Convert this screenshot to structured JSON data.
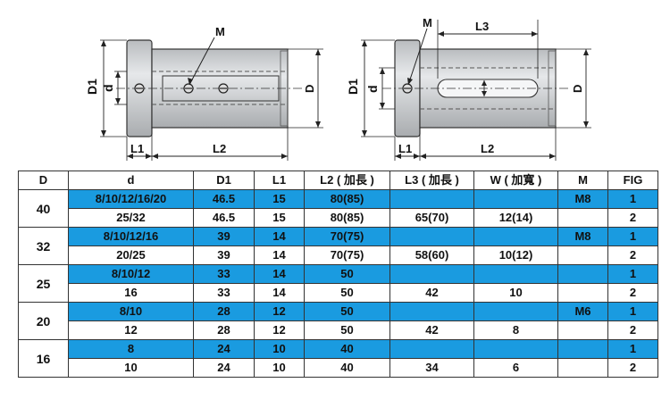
{
  "figures": {
    "fig1": {
      "labels": {
        "M": "M",
        "D1": "D1",
        "d": "d",
        "D": "D",
        "L1": "L1",
        "L2": "L2"
      }
    },
    "fig2": {
      "labels": {
        "M": "M",
        "L3": "L3",
        "D1": "D1",
        "d": "d",
        "D": "D",
        "L1": "L1",
        "L2": "L2"
      }
    }
  },
  "colors": {
    "highlight": "#1a9be0"
  },
  "table": {
    "headers": [
      "D",
      "d",
      "D1",
      "L1",
      "L2 ( 加長 )",
      "L3 ( 加長 )",
      "W ( 加寬 )",
      "M",
      "FIG"
    ],
    "groups": [
      {
        "D": "40",
        "rows": [
          {
            "d": "8/10/12/16/20",
            "D1": "46.5",
            "L1": "15",
            "L2": "80(85)",
            "L3": "",
            "W": "",
            "M": "M8",
            "FIG": "1"
          },
          {
            "d": "25/32",
            "D1": "46.5",
            "L1": "15",
            "L2": "80(85)",
            "L3": "65(70)",
            "W": "12(14)",
            "M": "",
            "FIG": "2"
          }
        ]
      },
      {
        "D": "32",
        "rows": [
          {
            "d": "8/10/12/16",
            "D1": "39",
            "L1": "14",
            "L2": "70(75)",
            "L3": "",
            "W": "",
            "M": "M8",
            "FIG": "1"
          },
          {
            "d": "20/25",
            "D1": "39",
            "L1": "14",
            "L2": "70(75)",
            "L3": "58(60)",
            "W": "10(12)",
            "M": "",
            "FIG": "2"
          }
        ]
      },
      {
        "D": "25",
        "rows": [
          {
            "d": "8/10/12",
            "D1": "33",
            "L1": "14",
            "L2": "50",
            "L3": "",
            "W": "",
            "M": "",
            "FIG": "1"
          },
          {
            "d": "16",
            "D1": "33",
            "L1": "14",
            "L2": "50",
            "L3": "42",
            "W": "10",
            "M": "",
            "FIG": "2"
          }
        ]
      },
      {
        "D": "20",
        "rows": [
          {
            "d": "8/10",
            "D1": "28",
            "L1": "12",
            "L2": "50",
            "L3": "",
            "W": "",
            "M": "M6",
            "FIG": "1"
          },
          {
            "d": "12",
            "D1": "28",
            "L1": "12",
            "L2": "50",
            "L3": "42",
            "W": "8",
            "M": "",
            "FIG": "2"
          }
        ]
      },
      {
        "D": "16",
        "rows": [
          {
            "d": "8",
            "D1": "24",
            "L1": "10",
            "L2": "40",
            "L3": "",
            "W": "",
            "M": "",
            "FIG": "1"
          },
          {
            "d": "10",
            "D1": "24",
            "L1": "10",
            "L2": "40",
            "L3": "34",
            "W": "6",
            "M": "",
            "FIG": "2"
          }
        ]
      }
    ]
  }
}
